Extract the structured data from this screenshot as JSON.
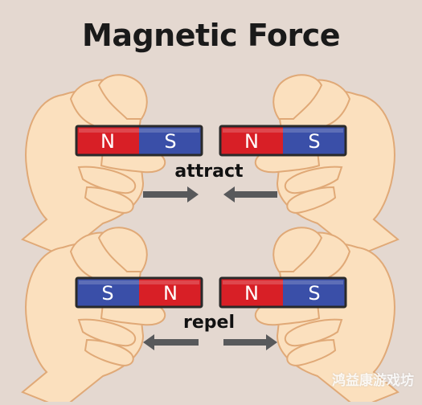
{
  "title": "Magnetic Force",
  "rows": [
    {
      "label": "attract",
      "left_magnet": [
        "N",
        "S"
      ],
      "right_magnet": [
        "N",
        "S"
      ],
      "arrows": "toward-center"
    },
    {
      "label": "repel",
      "left_magnet": [
        "S",
        "N"
      ],
      "right_magnet": [
        "N",
        "S"
      ],
      "arrows": "away-from-center"
    }
  ],
  "colors": {
    "background": "#e4d8d0",
    "north": "#d81f26",
    "south": "#3a4fa8",
    "arrow": "#58595b",
    "skin": "#fbe0be",
    "skin_outline": "#e0a977"
  },
  "watermark": "鸿益康游戏坊"
}
